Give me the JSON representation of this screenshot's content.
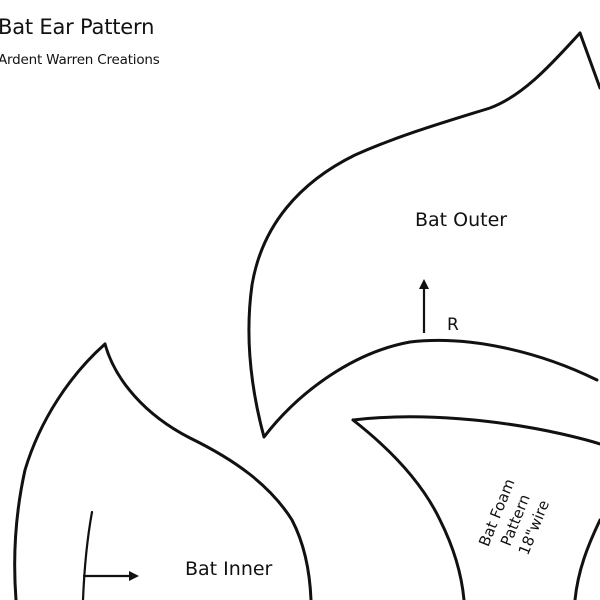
{
  "document": {
    "title": "Bat Ear Pattern",
    "author": "Ardent Warren Creations"
  },
  "pieces": {
    "outer": {
      "label": "Bat Outer",
      "direction_mark": "R"
    },
    "inner": {
      "label": "Bat Inner"
    },
    "foam": {
      "line1": "Bat Foam",
      "line2": "Pattern",
      "line3": "18\"wire"
    }
  },
  "colors": {
    "ink": "#111111",
    "paper": "#ffffff"
  }
}
